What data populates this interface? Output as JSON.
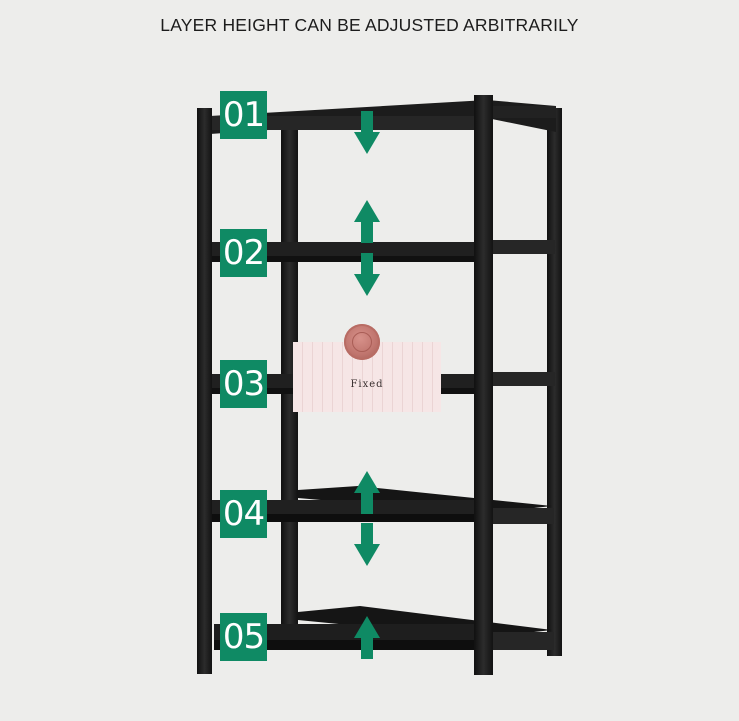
{
  "title": "LAYER HEIGHT CAN BE ADJUSTED ARBITRARILY",
  "layers": [
    "01",
    "02",
    "03",
    "04",
    "05"
  ],
  "fixed_label": "Fixed",
  "colors": {
    "badge": "#0f8a64",
    "arrow": "#0f8a64",
    "rack": "#1a1a1a",
    "background": "#ededeb"
  }
}
